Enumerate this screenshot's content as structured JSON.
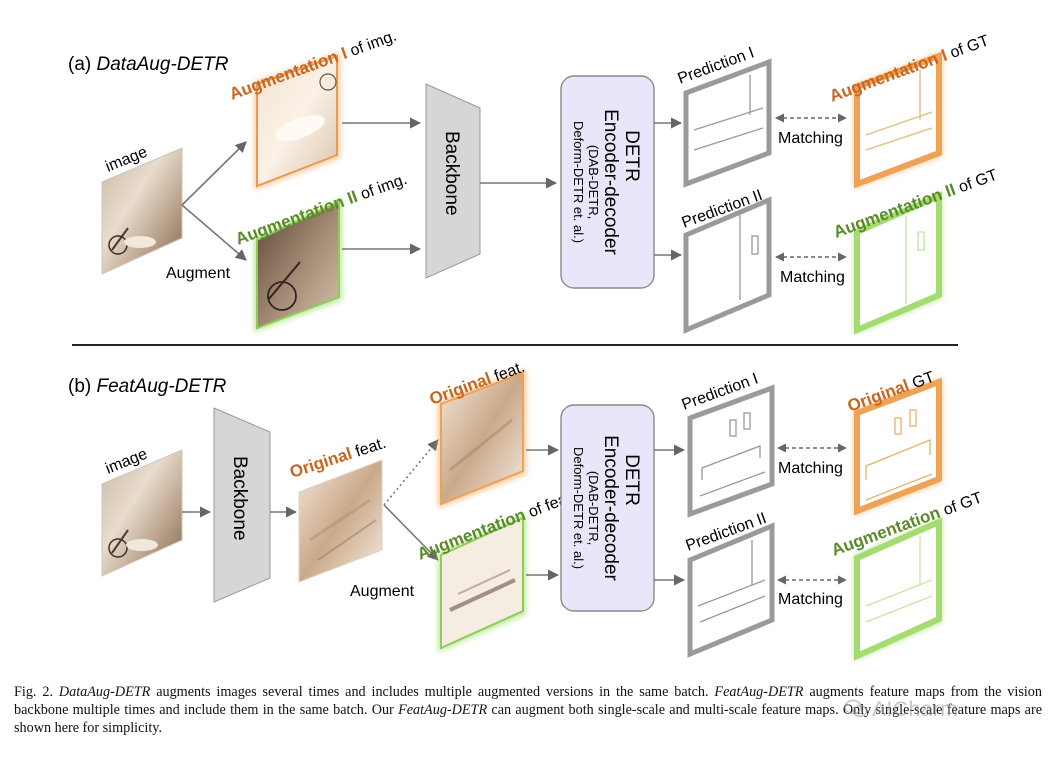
{
  "panel_a": {
    "title_prefix": "(a) ",
    "title_name": "DataAug-DETR",
    "image_label": "image",
    "augment_label": "Augment",
    "aug1_colored": "Augmentation I",
    "aug1_rest": " of img.",
    "aug2_colored": "Augmentation II",
    "aug2_rest": " of img.",
    "backbone_label": "Backbone",
    "detr": {
      "line1": "DETR",
      "line2": "Encoder-decoder",
      "line3": "(DAB-DETR,",
      "line4": "Deform-DETR et. al.)"
    },
    "pred1": "Prediction I",
    "pred2": "Prediction II",
    "matching1": "Matching",
    "matching2": "Matching",
    "gt1_colored": "Augmentation I",
    "gt1_rest": " of GT",
    "gt2_colored": "Augmentation II",
    "gt2_rest": " of GT"
  },
  "panel_b": {
    "title_prefix": "(b) ",
    "title_name": "FeatAug-DETR",
    "image_label": "image",
    "backbone_label": "Backbone",
    "feat_colored": "Original",
    "feat_rest": " feat.",
    "augment_label": "Augment",
    "orig_colored": "Original",
    "orig_rest": " feat.",
    "augfeat_colored": "Augmentation",
    "augfeat_rest": " of feat.",
    "detr": {
      "line1": "DETR",
      "line2": "Encoder-decoder",
      "line3": "(DAB-DETR,",
      "line4": "Deform-DETR et. al.)"
    },
    "pred1": "Prediction I",
    "pred2": "Prediction II",
    "matching1": "Matching",
    "matching2": "Matching",
    "gt1_colored": "Original",
    "gt1_rest": " GT",
    "gt2_colored": "Augmentation",
    "gt2_rest": " of GT"
  },
  "caption": {
    "fig": "Fig. 2.  ",
    "e1": "DataAug-DETR",
    "t1": " augments images several times and includes multiple augmented versions in the same batch. ",
    "e2": "FeatAug-DETR",
    "t2": " augments feature maps from the vision backbone multiple times and include them in the same batch. Our ",
    "e3": "FeatAug-DETR",
    "t3": " can augment both single-scale and multi-scale feature maps. Only single-scale feature maps are shown here for simplicity."
  },
  "watermark": "AICharm",
  "colors": {
    "orange": "#e08a2c",
    "orange_text": "#c8651f",
    "green": "#7dc94a",
    "green_text": "#5a8a2a",
    "detr_fill": "#e8e6f8",
    "backbone_fill": "#d6d6d6",
    "frame_gray": "#9a9a9a"
  }
}
